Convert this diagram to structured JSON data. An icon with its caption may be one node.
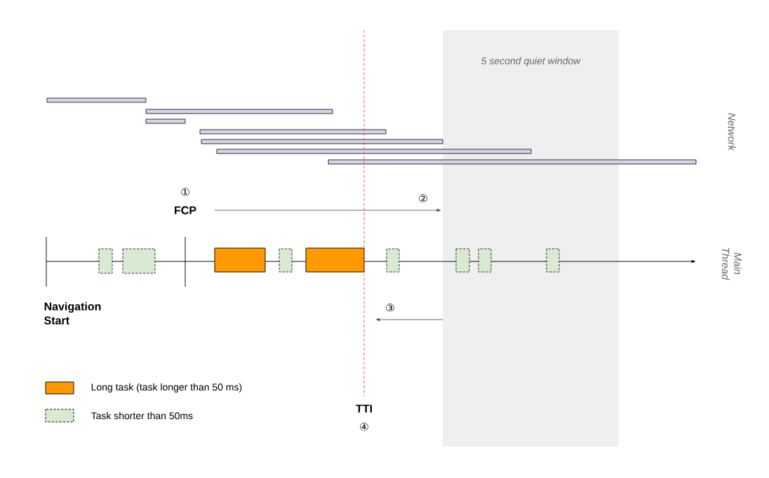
{
  "diagram": {
    "nodes": [
      {
        "text": [
          "5 second quiet window"
        ]
      }
    ],
    "labels": [
      "Network",
      "①",
      "FCP",
      "②",
      "Main Thread",
      "Navigation Start",
      "③",
      "TTI",
      "④"
    ],
    "legend": [
      {
        "text": "Long task (task longer than 50 ms)",
        "color": "#ff9900"
      },
      {
        "text": "Task shorter than 50ms",
        "color": "#d9ead3"
      }
    ]
  }
}
